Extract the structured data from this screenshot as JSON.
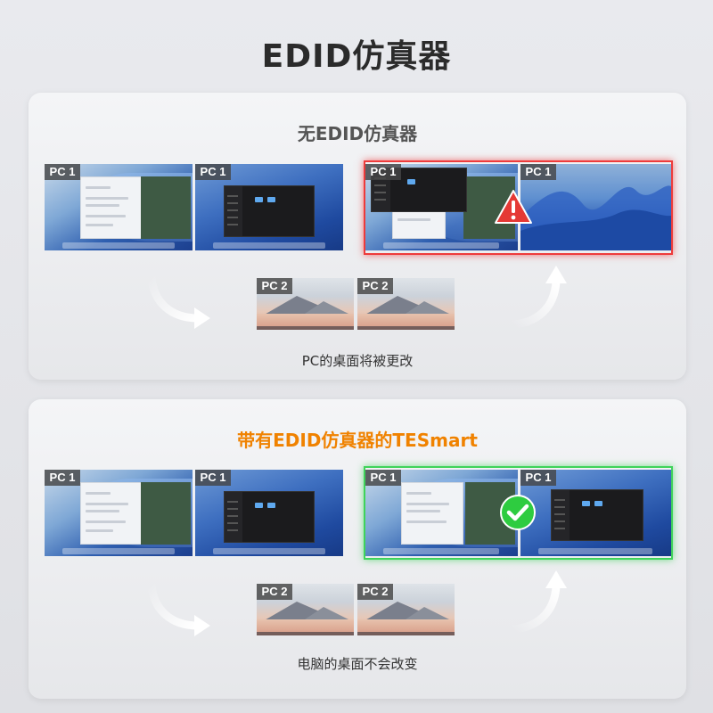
{
  "title": "EDID仿真器",
  "sections": [
    {
      "heading": "无EDID仿真器",
      "caption": "PC的桌面将被更改",
      "status": "warning",
      "pc1_label": "PC 1",
      "pc2_label": "PC 2"
    },
    {
      "heading": "带有EDID仿真器的TESmart",
      "caption": "电脑的桌面不会改变",
      "status": "ok",
      "pc1_label": "PC 1",
      "pc2_label": "PC 2"
    }
  ],
  "colors": {
    "warning": "#ee3b3b",
    "ok": "#3fd35a",
    "accent": "#f08200"
  },
  "icons": {
    "warning": "warning-icon",
    "ok": "check-icon",
    "arrow": "curved-arrow-icon"
  }
}
